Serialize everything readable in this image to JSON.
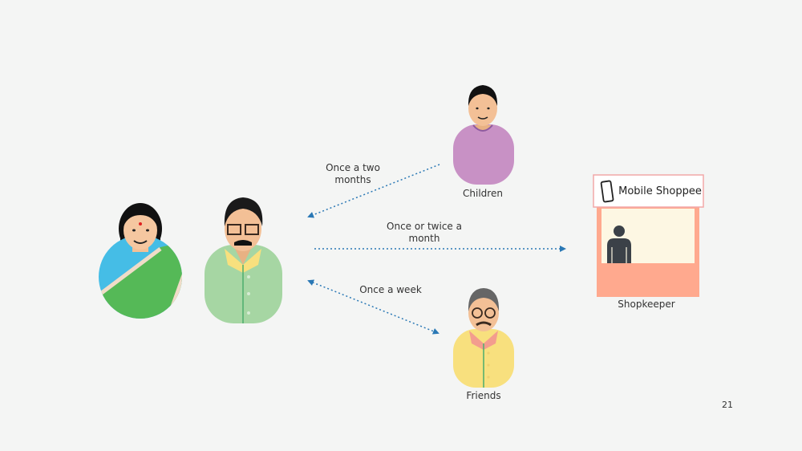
{
  "edges": [
    {
      "label_line1": "Once a two",
      "label_line2": "months",
      "from": "Children",
      "to": "Parents"
    },
    {
      "label_line1": "Once or twice a",
      "label_line2": "month",
      "from": "Parents",
      "to": "Shopkeeper"
    },
    {
      "label": "Once a week",
      "from": "Parents",
      "to": "Friends"
    }
  ],
  "nodes": {
    "children": "Children",
    "friends": "Friends",
    "shopkeeper": "Shopkeeper",
    "shop_sign": "Mobile Shoppee"
  },
  "page_number": "21",
  "colors": {
    "arrow": "#2a78b5",
    "background": "#f4f5f4",
    "booth": "#ffa98e"
  }
}
